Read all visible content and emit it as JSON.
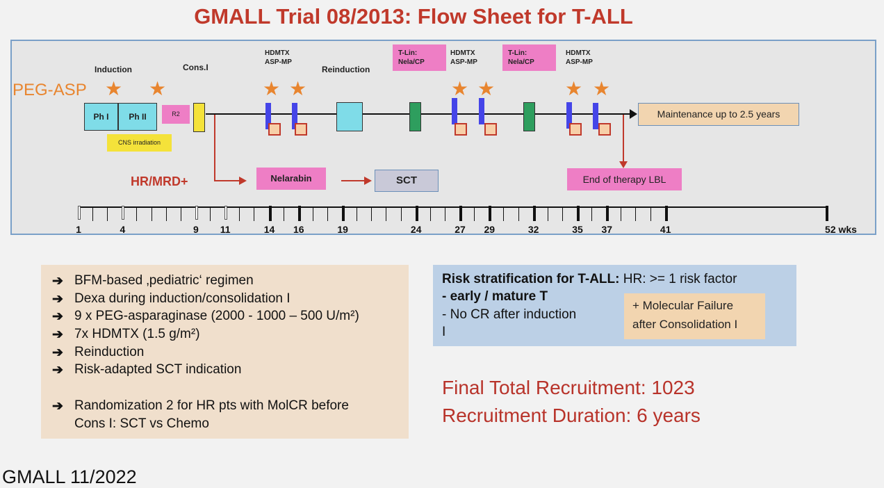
{
  "title": "GMALL Trial 08/2013: Flow Sheet for T-ALL",
  "flow": {
    "peg_asp_label": "PEG-ASP",
    "phase_labels": {
      "induction": "Induction",
      "cons1": "Cons.I",
      "hdmtx1": [
        "HDMTX",
        "ASP-MP"
      ],
      "reinduction": "Reinduction",
      "tlin1": [
        "T-Lin:",
        "Nela/CP"
      ],
      "hdmtx2": [
        "HDMTX",
        "ASP-MP"
      ],
      "tlin2": [
        "T-Lin:",
        "Nela/CP"
      ],
      "hdmtx3": [
        "HDMTX",
        "ASP-MP"
      ]
    },
    "boxes": {
      "ph1": "Ph I",
      "ph2": "Ph II",
      "r2": "R2",
      "cns": "CNS irradiation",
      "maintenance": "Maintenance up to 2.5 years",
      "hr_mrd": "HR/MRD+",
      "nelarabin": "Nelarabin",
      "sct": "SCT",
      "end_lbl": "End of therapy LBL"
    },
    "timeline": {
      "ticks": [
        "1",
        "4",
        "9",
        "11",
        "14",
        "16",
        "19",
        "24",
        "27",
        "29",
        "32",
        "35",
        "37",
        "41",
        "52 wks"
      ]
    }
  },
  "notes": [
    "BFM-based ‚pediatric‘ regimen",
    "Dexa during induction/consolidation I",
    "9 x PEG-asparaginase (2000 - 1000 – 500 U/m²)",
    "7x HDMTX (1.5 g/m²)",
    "Reinduction",
    "Risk-adapted SCT indication",
    "Randomization 2 for HR pts with MolCR before",
    "Cons I: SCT vs Chemo"
  ],
  "risk": {
    "heading_bold": "Risk stratification for T-ALL:",
    "heading_rest": " HR: >= 1 risk factor",
    "line1": "- early / mature T",
    "line2": "- No CR after induction",
    "line3": "I",
    "molecular": [
      "+ Molecular Failure",
      "after Consolidation I"
    ]
  },
  "recruitment": {
    "total": "Final Total Recruitment: 1023",
    "duration": "Recruitment Duration: 6 years"
  },
  "footer": "GMALL 11/2022"
}
